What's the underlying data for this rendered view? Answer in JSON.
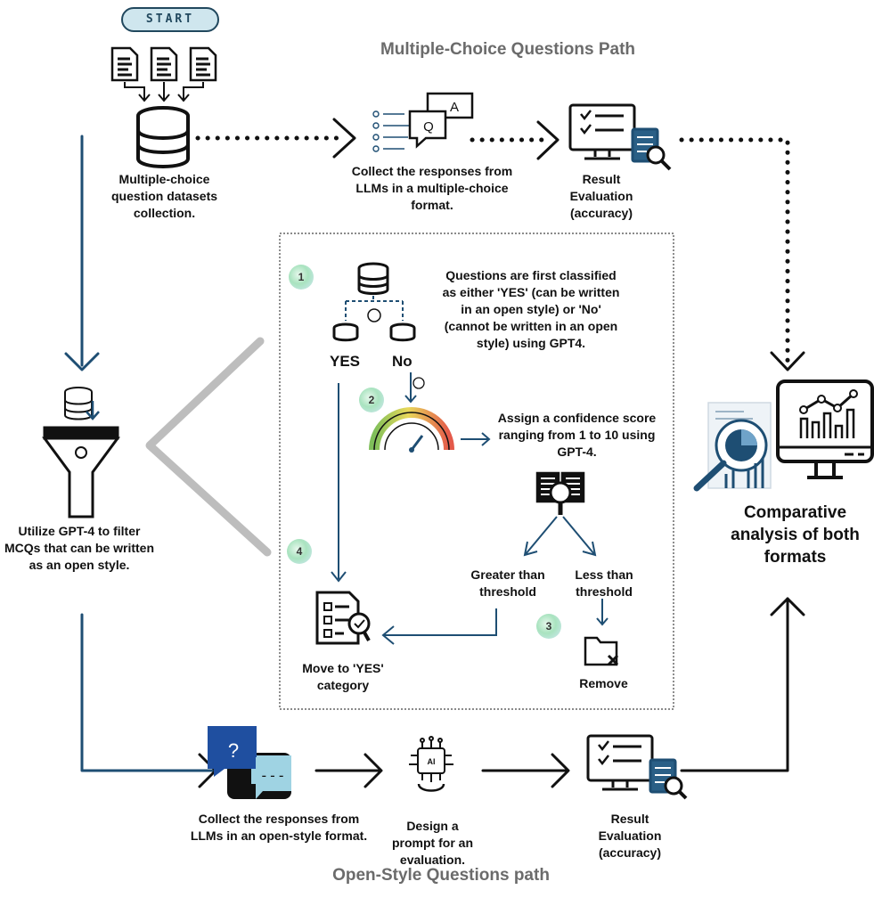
{
  "start": "START",
  "mcq_path_title": "Multiple-Choice Questions Path",
  "open_path_title": "Open-Style Questions path",
  "nodes": {
    "mcq_dataset": "Multiple-choice question datasets collection.",
    "collect_mcq": "Collect the responses from  LLMs in a multiple-choice format.",
    "result_eval_top": "Result Evaluation (accuracy)",
    "filter": "Utilize GPT-4 to filter MCQs  that can be written as an open style.",
    "comparative": "Comparative analysis of  both formats",
    "collect_open": "Collect the responses from LLMs in an open-style format.",
    "design_prompt": "Design a prompt for an evaluation.",
    "result_eval_bottom": "Result Evaluation (accuracy)"
  },
  "detail": {
    "step1_text": "Questions are first classified as either 'YES' (can be written in an open style) or 'No' (cannot be written in an open style) using GPT4.",
    "yes_label": "YES",
    "no_label": "No",
    "step2_text": "Assign a confidence score ranging from 1 to 10 using GPT-4.",
    "greater": "Greater than threshold",
    "less": "Less than threshold",
    "move_yes": "Move to 'YES' category",
    "remove": "Remove",
    "steps": [
      "1",
      "2",
      "3",
      "4"
    ]
  },
  "icons": {
    "chat_q": "Q",
    "chat_a": "A",
    "question_mark": "?",
    "dashes": "---",
    "ai_chip": "AI"
  },
  "colors": {
    "arrow_blue": "#1e4e73",
    "dark": "#111111",
    "gray_text": "#6b6b6b",
    "bracket_gray": "#bdbdbd",
    "start_fill": "#cfe6ee",
    "chat_blue": "#1f4fa0",
    "chat_light": "#9fd3e3"
  }
}
